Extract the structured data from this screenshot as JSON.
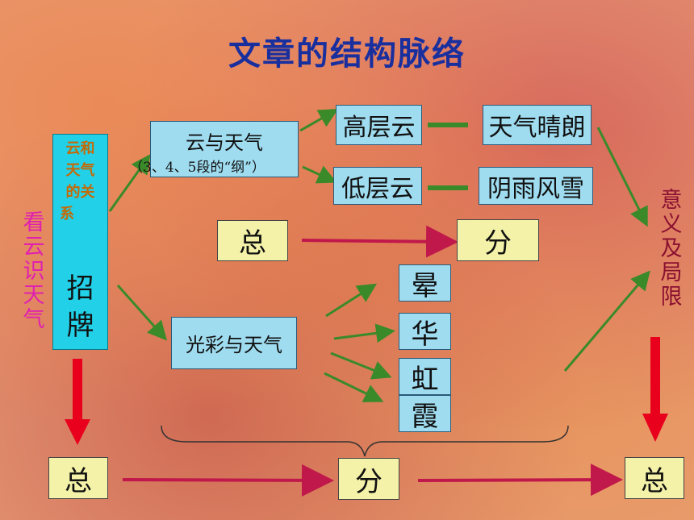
{
  "title": "文章的结构脉络",
  "left_box": {
    "top_chars": [
      "云和",
      "天气",
      "的关",
      "系"
    ],
    "bottom_chars": [
      "招",
      "牌"
    ]
  },
  "left_side_label": "看云识天气",
  "right_side_label": "意义及局限",
  "cloud_box": {
    "label": "云与天气",
    "note": "（3、4、5段的“纲”）"
  },
  "high_cloud": "高层云",
  "low_cloud": "低层云",
  "fine_weather": "天气晴朗",
  "bad_weather": "阴雨风雪",
  "mid_zong": "总",
  "mid_fen": "分",
  "light_box": "光彩与天气",
  "phenomena": [
    "晕",
    "华",
    "虹",
    "霞"
  ],
  "bottom": {
    "zong_left": "总",
    "fen": "分",
    "zong_right": "总"
  },
  "colors": {
    "cyan": "#9fdcf0",
    "yellow": "#f4f2a8",
    "title": "#1a2f9e",
    "magenta": "#e020b0",
    "red_arrow": "#e8001c",
    "green_arrow": "#3a8a2a"
  }
}
